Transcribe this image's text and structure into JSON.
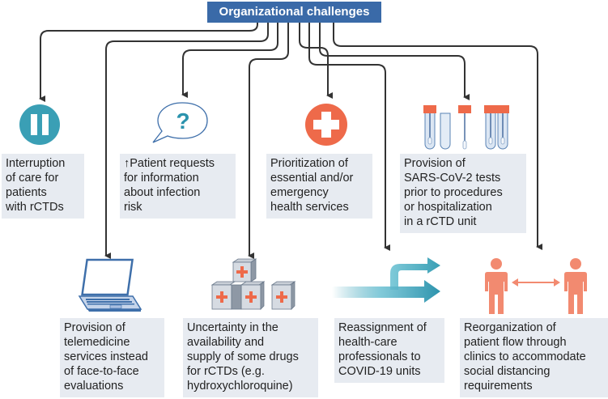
{
  "header": {
    "title": "Organizational challenges"
  },
  "colors": {
    "header_bg": "#3a6aa8",
    "teal": "#3a9fb5",
    "orange": "#ee6a4a",
    "salmon": "#f28a70",
    "laptop_blue": "#3e6faa",
    "box_bg": "#e7ebf1",
    "line": "#333333"
  },
  "top_row": [
    {
      "icon": "pause-icon",
      "text": "Interruption\nof care for\npatients\nwith rCTDs"
    },
    {
      "icon": "question-bubble-icon",
      "text": "↑Patient requests\nfor information\nabout infection\nrisk"
    },
    {
      "icon": "medical-cross-icon",
      "text": "Prioritization of\nessential and/or\nemergency\nhealth services"
    },
    {
      "icon": "test-tubes-icon",
      "text": "Provision of\nSARS-CoV-2 tests\nprior to procedures\nor hospitalization\nin a rCTD unit"
    }
  ],
  "bottom_row": [
    {
      "icon": "laptop-icon",
      "text": "Provision of\ntelemedicine\nservices instead\nof face-to-face\nevaluations"
    },
    {
      "icon": "drug-boxes-icon",
      "text": "Uncertainty in the\navailability and\nsupply of some drugs\nfor rCTDs (e.g.\nhydroxychloroquine)"
    },
    {
      "icon": "redirect-arrows-icon",
      "text": "Reassignment of\nhealth-care\nprofessionals to\nCOVID-19 units"
    },
    {
      "icon": "social-distancing-icon",
      "text": "Reorganization of\npatient flow through\nclinics to accommodate\nsocial distancing\nrequirements"
    }
  ]
}
